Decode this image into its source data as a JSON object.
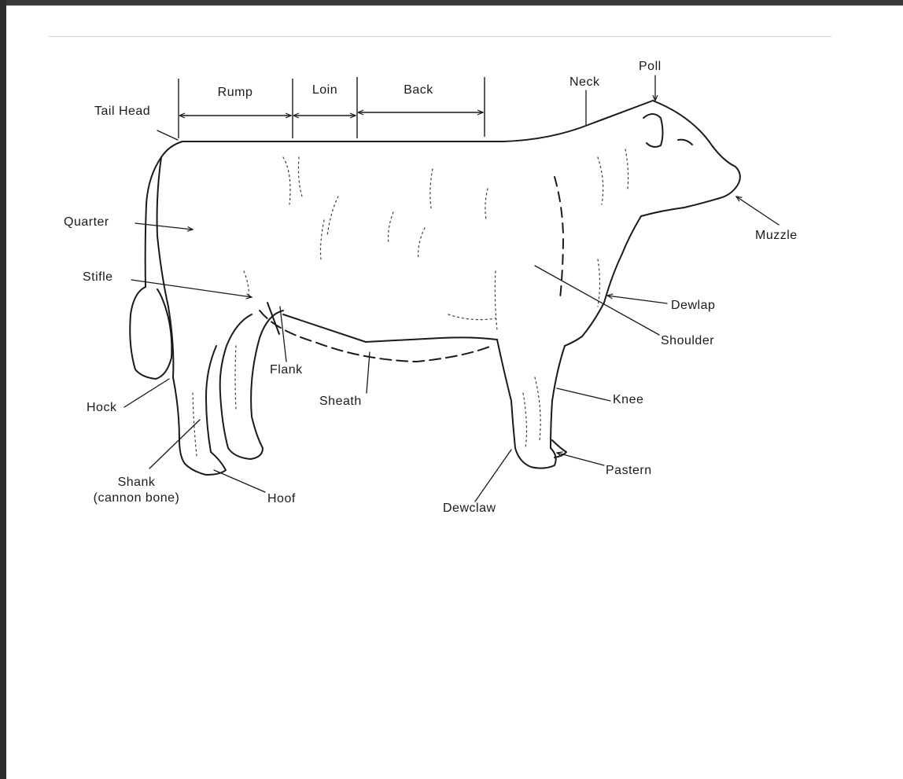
{
  "labels": {
    "rump": "Rump",
    "loin": "Loin",
    "back": "Back",
    "neck": "Neck",
    "poll": "Poll",
    "tail_head": "Tail Head",
    "quarter": "Quarter",
    "stifle": "Stifle",
    "muzzle": "Muzzle",
    "dewlap": "Dewlap",
    "shoulder": "Shoulder",
    "flank": "Flank",
    "hock": "Hock",
    "sheath": "Sheath",
    "knee": "Knee",
    "shank": "Shank",
    "cannon_bone": "(cannon bone)",
    "hoof": "Hoof",
    "dewclaw": "Dewclaw",
    "pastern": "Pastern"
  },
  "colors": {
    "ink": "#1a1a1a",
    "scan_border": "#2d2d2d",
    "rule": "#d2d2d2"
  }
}
